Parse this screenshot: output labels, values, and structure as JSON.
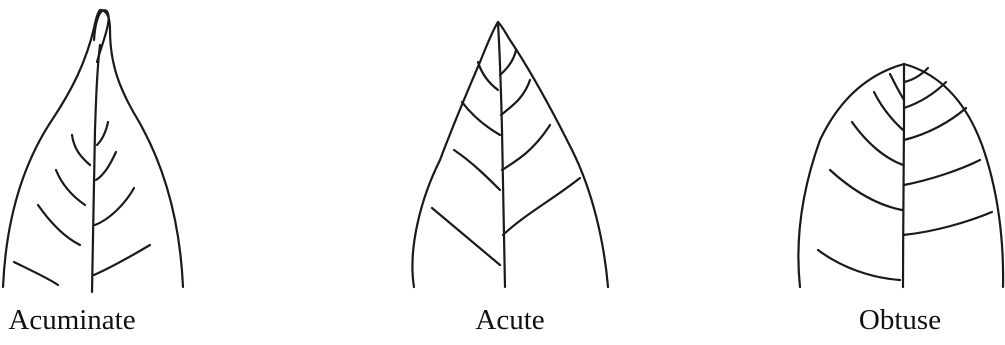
{
  "figure": {
    "leaves": [
      {
        "id": "acuminate",
        "label": "Acuminate"
      },
      {
        "id": "acute",
        "label": "Acute"
      },
      {
        "id": "obtuse",
        "label": "Obtuse"
      }
    ]
  },
  "colors": {
    "ink": "#1a1a1a",
    "background": "#ffffff"
  }
}
